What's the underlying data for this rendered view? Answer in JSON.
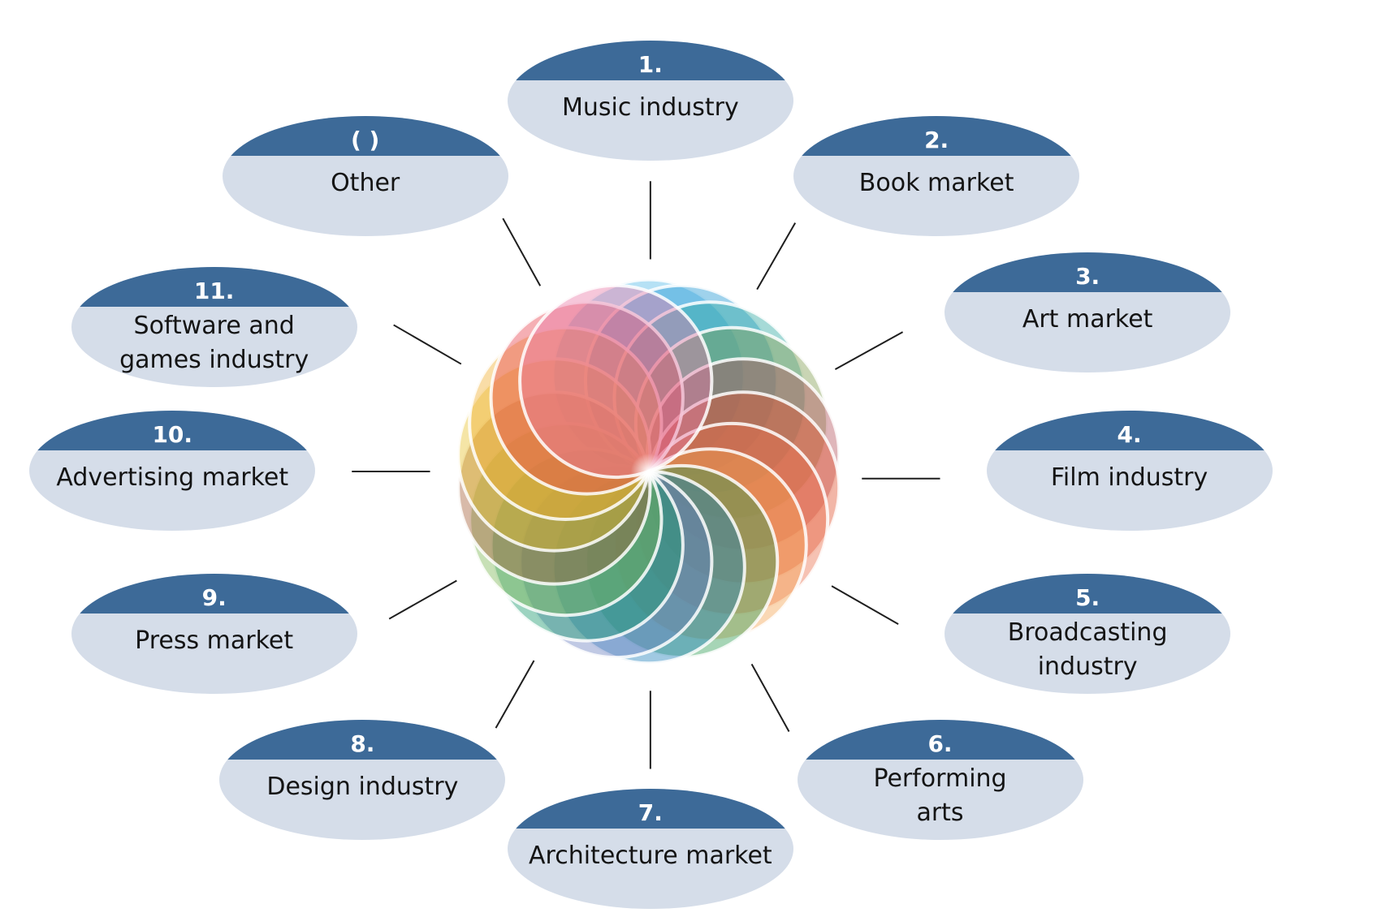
{
  "nodes": [
    {
      "number": "1.",
      "label": "Music industry"
    },
    {
      "number": "2.",
      "label": "Book market"
    },
    {
      "number": "3.",
      "label": "Art market"
    },
    {
      "number": "4.",
      "label": "Film industry"
    },
    {
      "number": "5.",
      "label": "Broadcasting\nindustry"
    },
    {
      "number": "6.",
      "label": "Performing\narts"
    },
    {
      "number": "7.",
      "label": "Architecture market"
    },
    {
      "number": "8.",
      "label": "Design industry"
    },
    {
      "number": "9.",
      "label": "Press market"
    },
    {
      "number": "10.",
      "label": "Advertising market"
    },
    {
      "number": "11.",
      "label": "Software and\ngames industry"
    },
    {
      "number": "( )",
      "label": "Other"
    }
  ],
  "colors": {
    "header": "#3d6a98",
    "ellipse": "#d5dde9",
    "spoke": "#1e1e1e",
    "petals": [
      "#4fb8e8",
      "#1b93d2",
      "#2aa8a0",
      "#7f9a4d",
      "#b3505a",
      "#e1502e",
      "#e96d4a",
      "#f2a24e",
      "#2c9a52",
      "#1d7fba",
      "#6a7fbf",
      "#12956a",
      "#79b550",
      "#a35a33",
      "#e8c22c",
      "#f0ae2d",
      "#e6404c",
      "#e97aa8"
    ]
  },
  "center_icon": "rosette-emblem"
}
